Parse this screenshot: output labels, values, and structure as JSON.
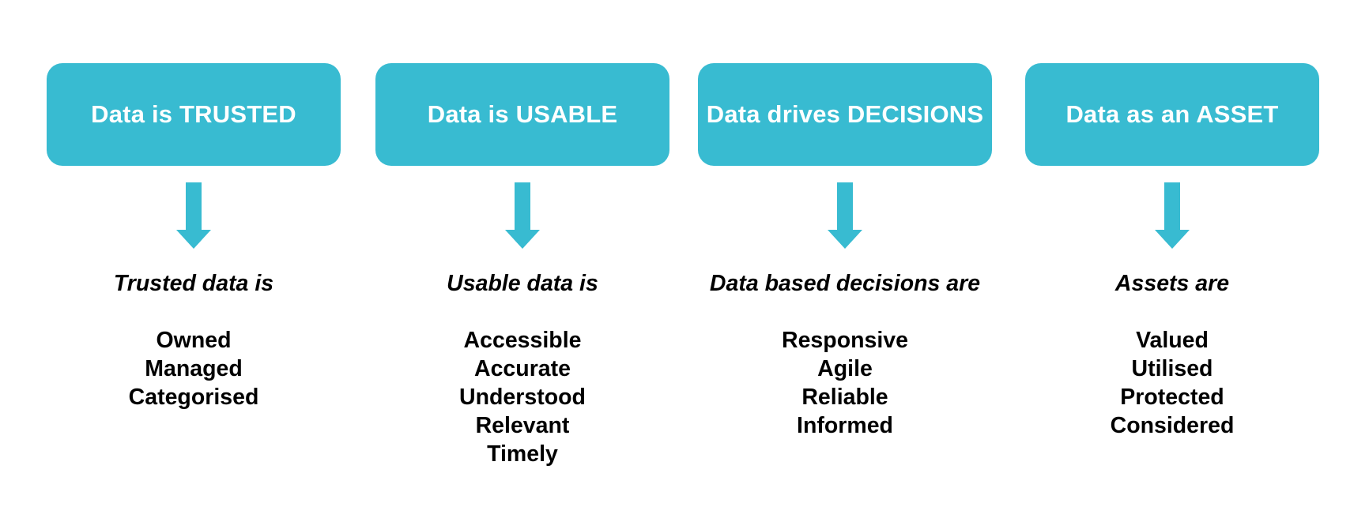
{
  "diagram": {
    "colors": {
      "box": "#38bbd1",
      "arrow": "#38bbd1",
      "box_text": "#ffffff",
      "body_text": "#000000"
    },
    "columns": [
      {
        "title": "Data is TRUSTED",
        "subtitle": "Trusted data is",
        "items": [
          "Owned",
          "Managed",
          "Categorised"
        ]
      },
      {
        "title": "Data is USABLE",
        "subtitle": "Usable data is",
        "items": [
          "Accessible",
          "Accurate",
          "Understood",
          "Relevant",
          "Timely"
        ]
      },
      {
        "title": "Data drives DECISIONS",
        "subtitle": "Data based decisions are",
        "items": [
          "Responsive",
          "Agile",
          "Reliable",
          "Informed"
        ]
      },
      {
        "title": "Data as an ASSET",
        "subtitle": "Assets are",
        "items": [
          "Valued",
          "Utilised",
          "Protected",
          "Considered"
        ]
      }
    ]
  }
}
